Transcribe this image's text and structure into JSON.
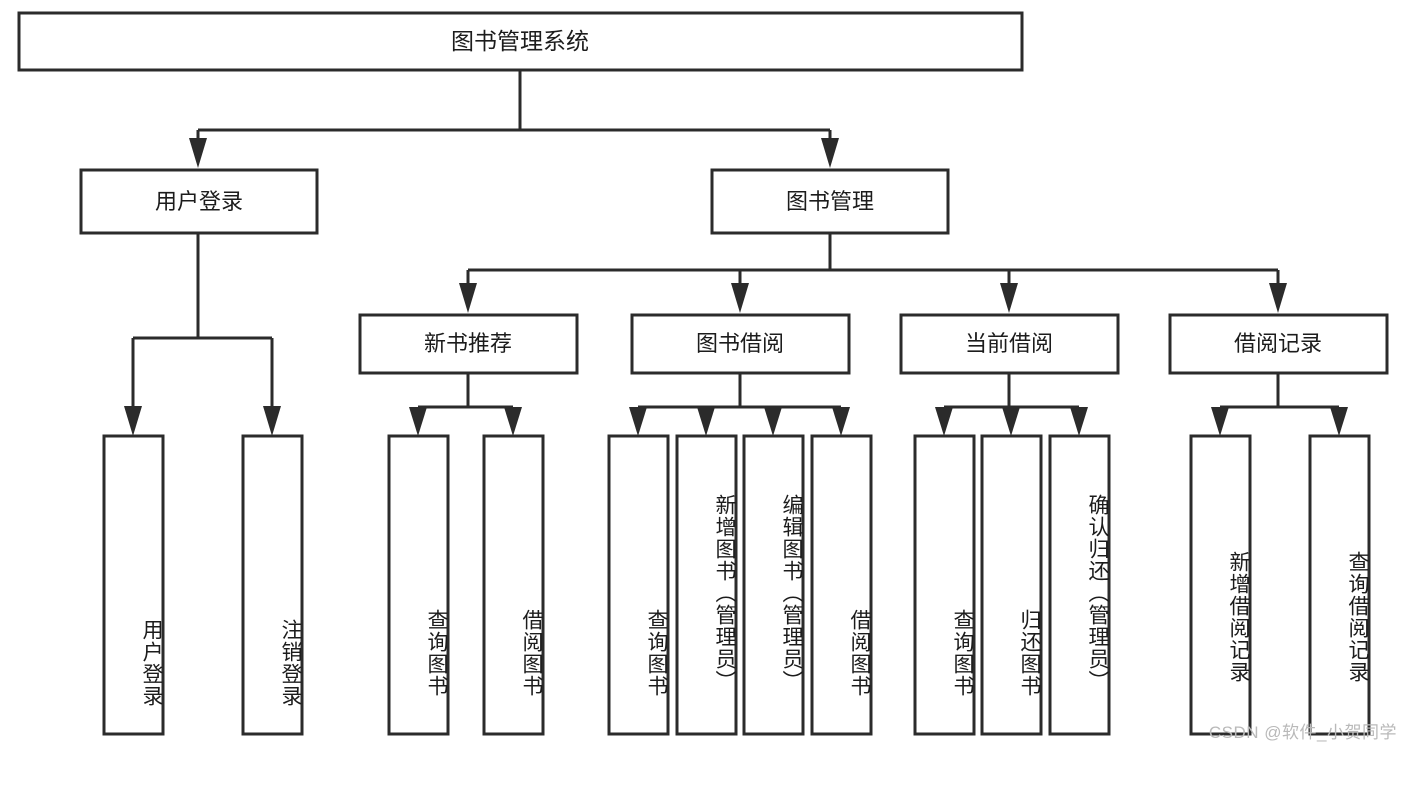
{
  "diagram": {
    "type": "tree-hierarchy-chart",
    "title": "图书管理系统",
    "watermark": "CSDN @软件_小贺同学",
    "colors": {
      "stroke": "#2b2b2b",
      "fill": "#ffffff",
      "text": "#1c1c1c",
      "watermark": "#b9b9b9",
      "background": "#ffffff"
    },
    "root": {
      "label": "图书管理系统"
    },
    "level2": [
      {
        "id": "user-login",
        "label": "用户登录"
      },
      {
        "id": "book-management",
        "label": "图书管理"
      }
    ],
    "level3": [
      {
        "id": "new-book-recommend",
        "label": "新书推荐",
        "parent": "book-management"
      },
      {
        "id": "book-borrow",
        "label": "图书借阅",
        "parent": "book-management"
      },
      {
        "id": "current-borrow",
        "label": "当前借阅",
        "parent": "book-management"
      },
      {
        "id": "borrow-record",
        "label": "借阅记录",
        "parent": "book-management"
      }
    ],
    "leaves": [
      {
        "id": "leaf-user-login",
        "label": "用户登录",
        "parent": "user-login"
      },
      {
        "id": "leaf-logout-login",
        "label": "注销登录",
        "parent": "user-login"
      },
      {
        "id": "leaf-query-book-1",
        "label": "查询图书",
        "parent": "new-book-recommend"
      },
      {
        "id": "leaf-borrow-book-1",
        "label": "借阅图书",
        "parent": "new-book-recommend"
      },
      {
        "id": "leaf-query-book-2",
        "label": "查询图书",
        "parent": "book-borrow"
      },
      {
        "id": "leaf-add-book-admin",
        "label": "新增图书（管理员）",
        "parent": "book-borrow"
      },
      {
        "id": "leaf-edit-book-admin",
        "label": "编辑图书（管理员）",
        "parent": "book-borrow"
      },
      {
        "id": "leaf-borrow-book-2",
        "label": "借阅图书",
        "parent": "book-borrow"
      },
      {
        "id": "leaf-query-book-3",
        "label": "查询图书",
        "parent": "current-borrow"
      },
      {
        "id": "leaf-return-book",
        "label": "归还图书",
        "parent": "current-borrow"
      },
      {
        "id": "leaf-confirm-return-admin",
        "label": "确认归还（管理员）",
        "parent": "current-borrow"
      },
      {
        "id": "leaf-add-borrow-record",
        "label": "新增借阅记录",
        "parent": "borrow-record"
      },
      {
        "id": "leaf-query-borrow-record",
        "label": "查询借阅记录",
        "parent": "borrow-record"
      }
    ]
  }
}
